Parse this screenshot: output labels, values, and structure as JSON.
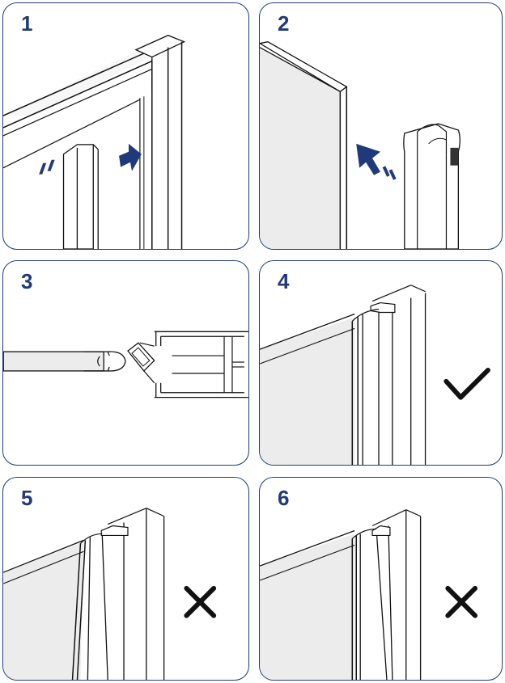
{
  "steps": [
    {
      "number": "1",
      "result": "none",
      "arrow": "insert-right"
    },
    {
      "number": "2",
      "result": "none",
      "arrow": "insert-left"
    },
    {
      "number": "3",
      "result": "none",
      "arrow": "none"
    },
    {
      "number": "4",
      "result": "correct",
      "arrow": "none"
    },
    {
      "number": "5",
      "result": "incorrect",
      "arrow": "none"
    },
    {
      "number": "6",
      "result": "incorrect",
      "arrow": "none"
    }
  ],
  "colors": {
    "frame": "#1f3a7a",
    "line": "#111111",
    "glass": "#ececec",
    "check": "#111111",
    "cross": "#111111"
  },
  "icons": {
    "correct": "check-icon",
    "incorrect": "cross-icon",
    "arrow": "insert-arrow-icon"
  }
}
